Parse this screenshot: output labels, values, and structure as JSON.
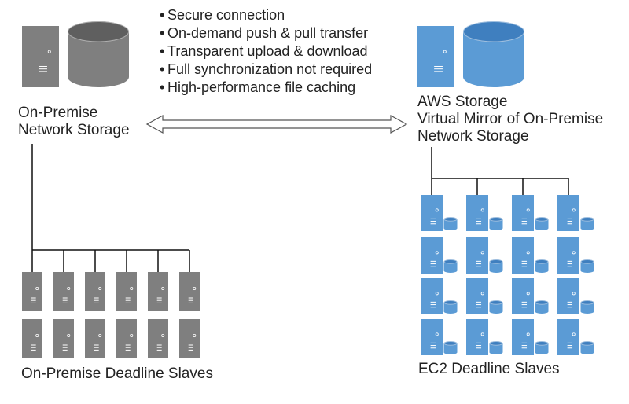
{
  "bullets": [
    "Secure connection",
    "On-demand push & pull transfer",
    "Transparent upload & download",
    "Full synchronization not required",
    "High-performance file caching"
  ],
  "onprem": {
    "storage_label_line1": "On-Premise",
    "storage_label_line2": "Network Storage",
    "slaves_label": "On-Premise Deadline Slaves",
    "color": "#7f7f7f",
    "color_dark": "#5f5f5f"
  },
  "aws": {
    "storage_label_line1": "AWS Storage",
    "storage_label_line2": "Virtual Mirror of On-Premise",
    "storage_label_line3": "Network Storage",
    "slaves_label": "EC2 Deadline Slaves",
    "color": "#5b9bd5",
    "color_dark": "#3f7fbf"
  },
  "icons": {
    "onprem_server": "server-icon",
    "onprem_database": "database-icon",
    "aws_server": "server-icon",
    "aws_database": "database-icon",
    "link": "double-arrow-icon"
  },
  "counts": {
    "onprem_slaves_per_row": 6,
    "onprem_slave_rows": 2,
    "ec2_slaves_per_row": 4,
    "ec2_slave_rows": 4
  }
}
